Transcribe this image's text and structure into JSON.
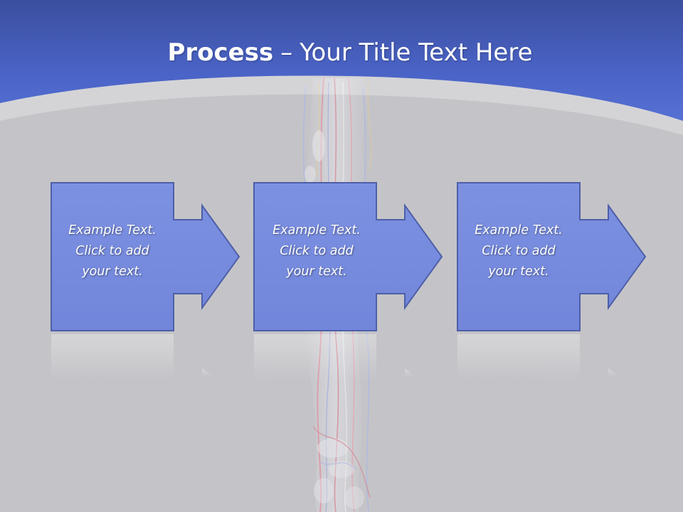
{
  "title": {
    "bold": "Process",
    "separator": "–",
    "rest": "Your Title Text Here"
  },
  "steps": [
    {
      "lines": [
        "Example Text.",
        "Click  to add",
        "your text."
      ]
    },
    {
      "lines": [
        "Example Text.",
        "Click  to add",
        "your text."
      ]
    },
    {
      "lines": [
        "Example Text.",
        "Click  to add",
        "your text."
      ]
    }
  ],
  "colors": {
    "header_blue": "#4a63c6",
    "slide_gray": "#c4c4c8",
    "box_fill": "#7b8fe0",
    "box_stroke": "#4e5fa8"
  }
}
